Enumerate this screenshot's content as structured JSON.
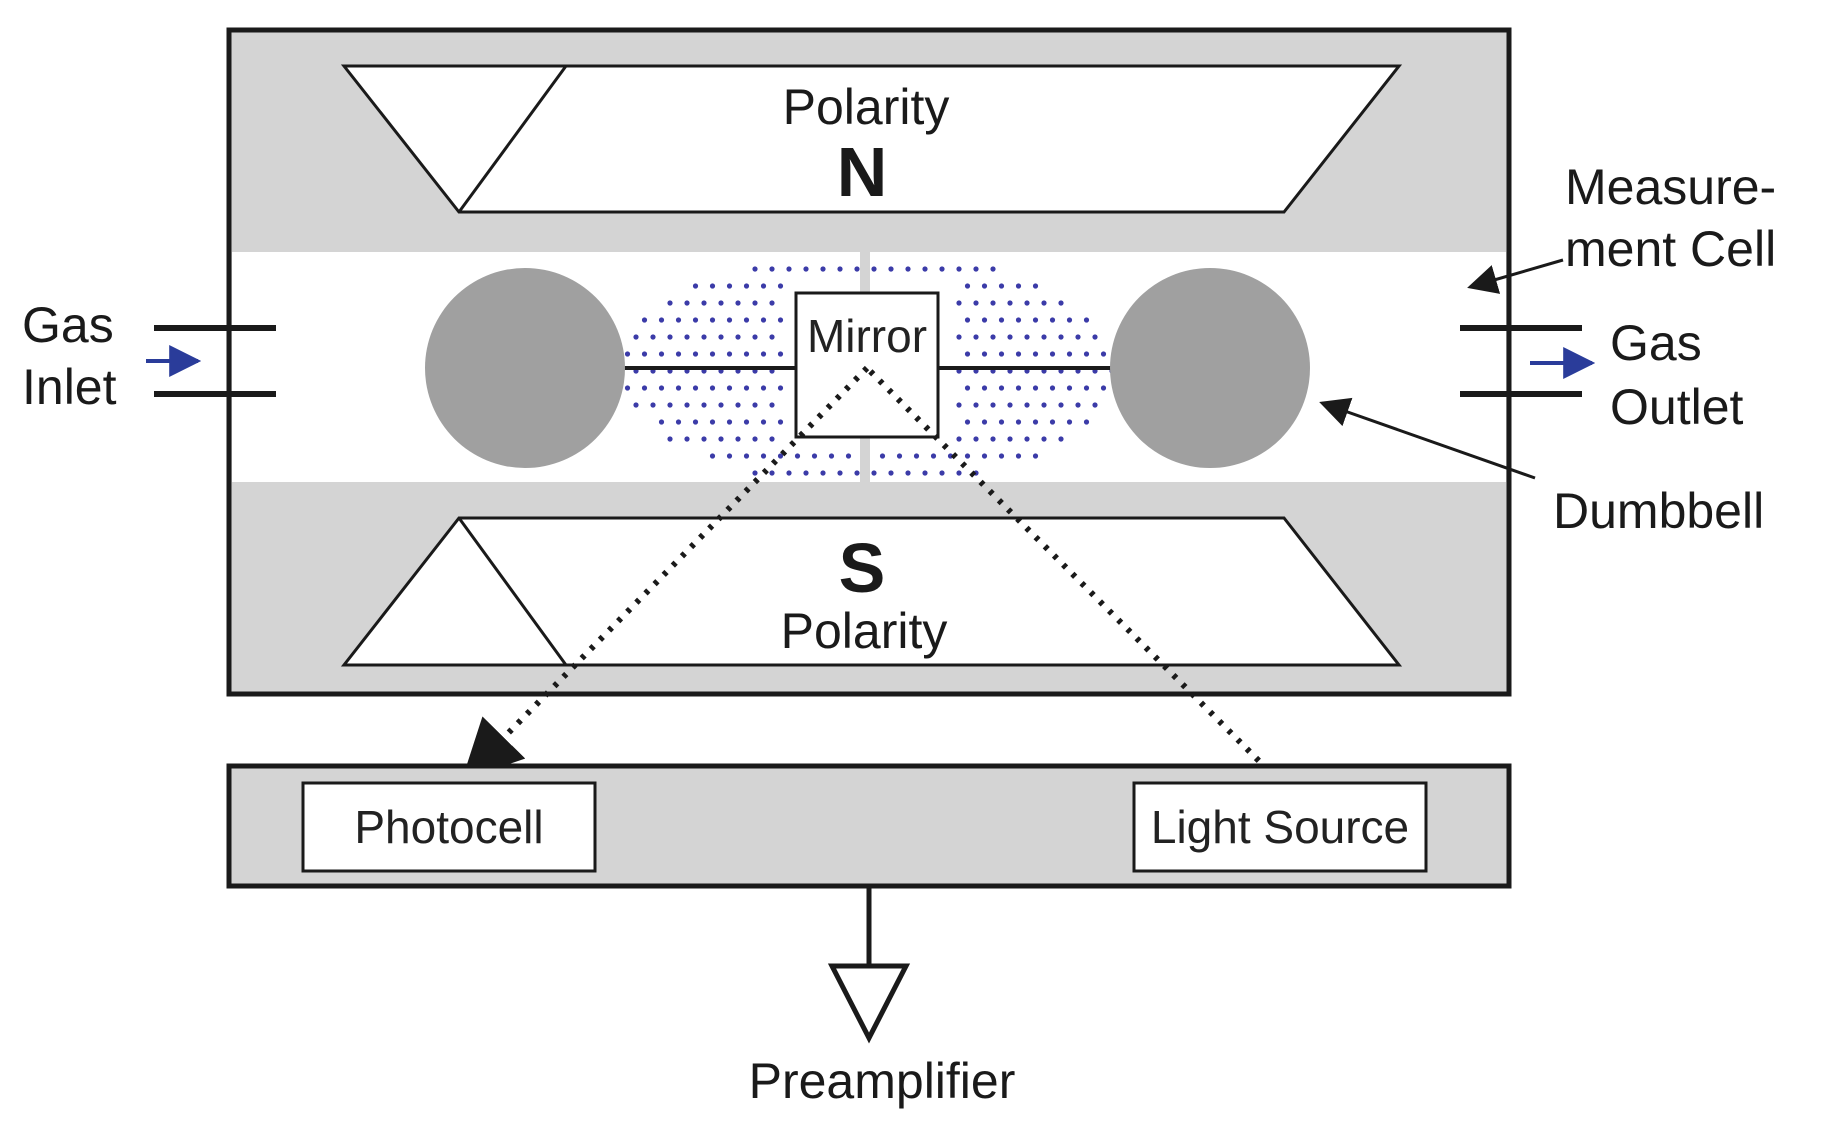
{
  "labels": {
    "top_polarity": "Polarity",
    "top_pole": "N",
    "bottom_pole": "S",
    "bottom_polarity": "Polarity",
    "measurement_cell_line1": "Measure-",
    "measurement_cell_line2": "ment Cell",
    "gas_inlet_line1": "Gas",
    "gas_inlet_line2": "Inlet",
    "gas_outlet_line1": "Gas",
    "gas_outlet_line2": "Outlet",
    "mirror": "Mirror",
    "dumbbell": "Dumbbell",
    "photocell": "Photocell",
    "light_source": "Light Source",
    "preamplifier": "Preamplifier"
  },
  "colors": {
    "housing_fill": "#d4d4d4",
    "dumbbell_sphere": "#a0a0a0",
    "field_dots": "#3b3ba8",
    "gas_arrow": "#2a3c9a",
    "outline": "#1a1a1a"
  }
}
